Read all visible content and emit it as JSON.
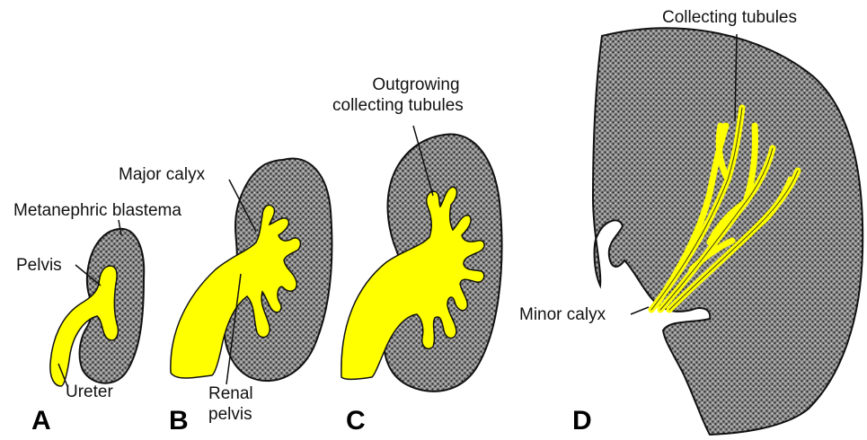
{
  "colors": {
    "tissue": "#4a4a4a",
    "tissue_light": "#9a9a9a",
    "duct": "#ffff00",
    "outline": "#111111"
  },
  "panels": [
    {
      "letter": "A",
      "labels": [
        "Pelvis",
        "Metanephric blastema",
        "Ureter"
      ]
    },
    {
      "letter": "B",
      "labels": [
        "Major calyx",
        "Renal",
        "pelvis"
      ]
    },
    {
      "letter": "C",
      "labels": [
        "Outgrowing",
        "collecting tubules"
      ]
    },
    {
      "letter": "D",
      "labels": [
        "Collecting tubules",
        "Minor calyx"
      ]
    }
  ]
}
